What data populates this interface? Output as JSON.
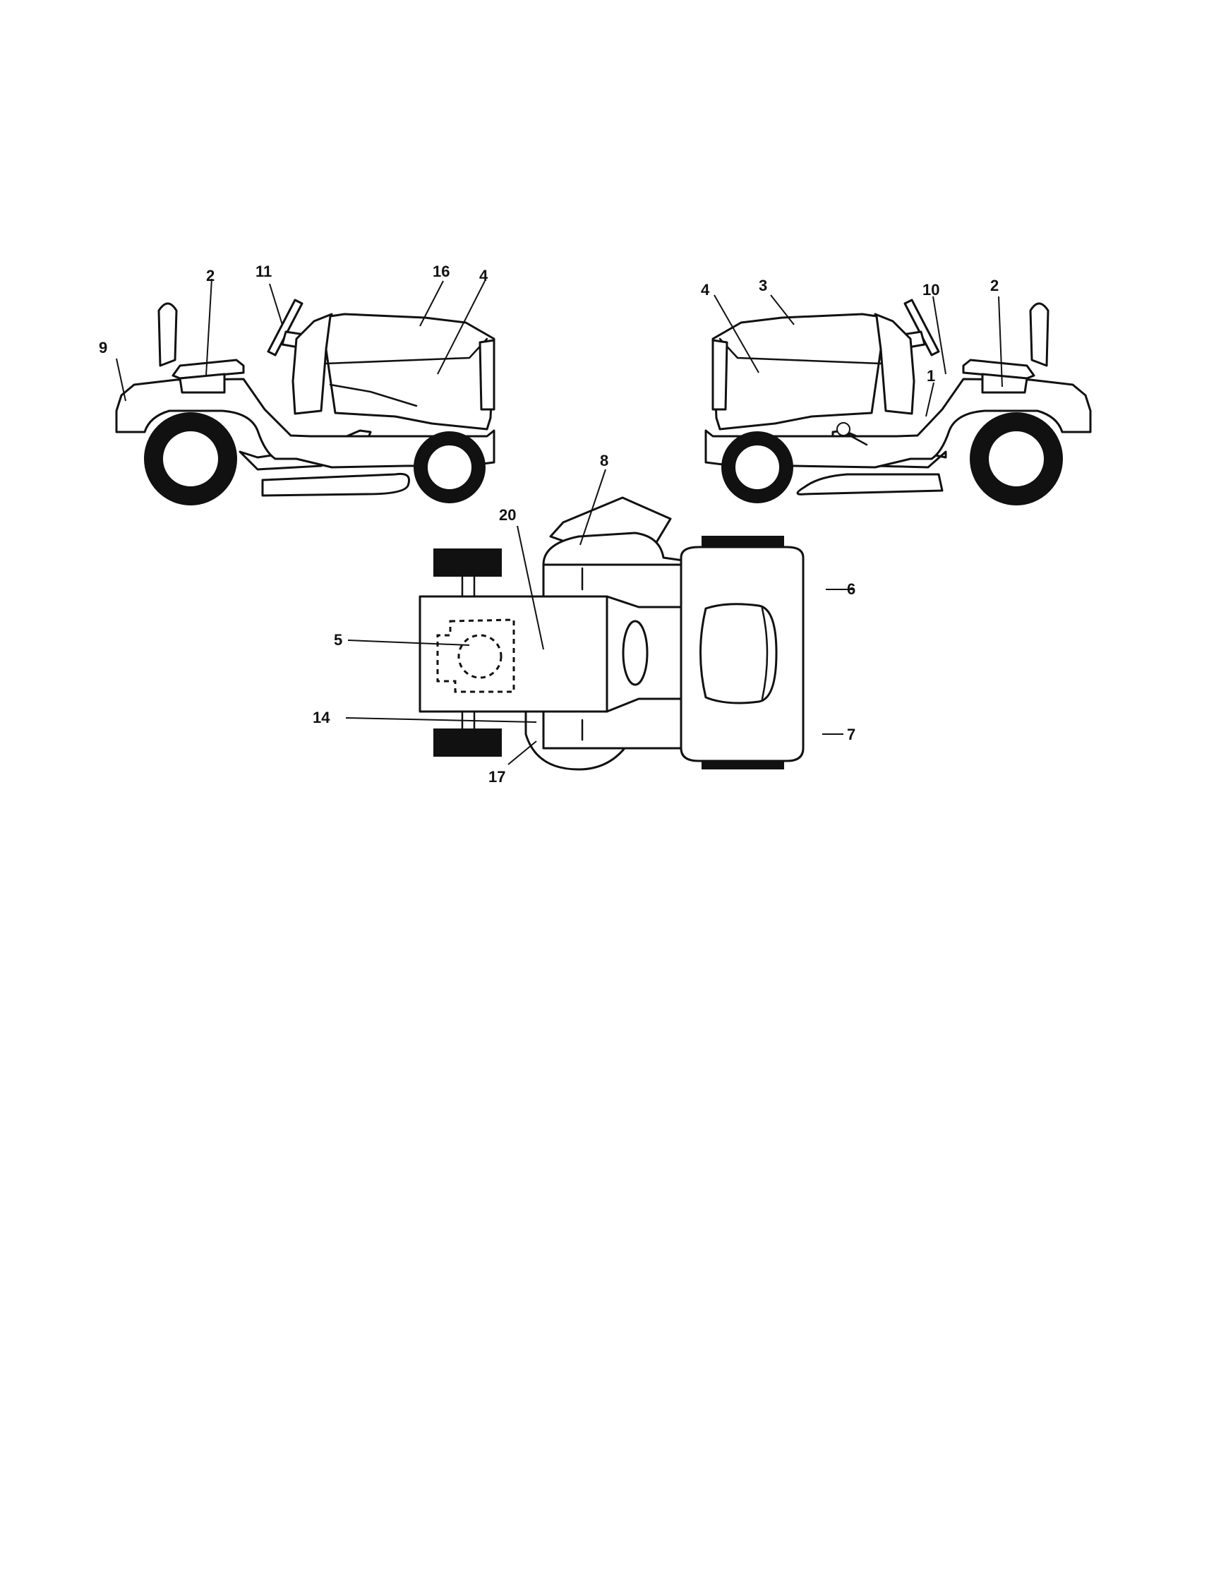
{
  "callouts": {
    "left_view": [
      "9",
      "2",
      "11",
      "16",
      "4"
    ],
    "right_view": [
      "4",
      "3",
      "10",
      "2",
      "1"
    ],
    "top_view": [
      "8",
      "20",
      "6",
      "5",
      "14",
      "7",
      "17"
    ]
  },
  "colors": {
    "line": "#111111",
    "background": "#ffffff"
  }
}
